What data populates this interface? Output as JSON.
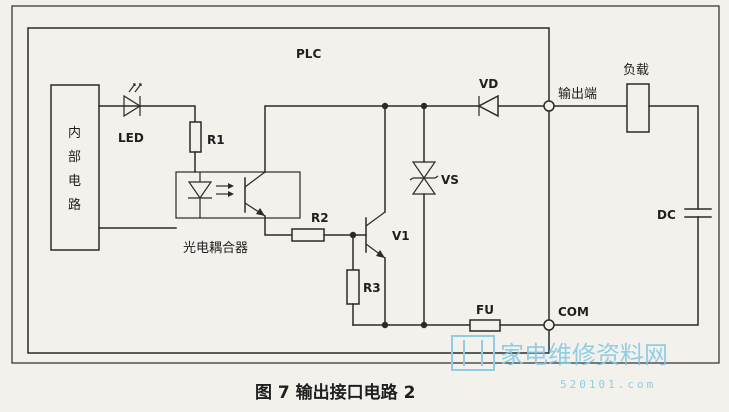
{
  "labels": {
    "plc": "PLC",
    "internal": [
      "内",
      "部",
      "电",
      "路"
    ],
    "led": "LED",
    "r1": "R1",
    "optocoupler": "光电耦合器",
    "r2": "R2",
    "r3": "R3",
    "v1": "V1",
    "vd": "VD",
    "vs": "VS",
    "fu": "FU",
    "output": "输出端",
    "com": "COM",
    "load": "负载",
    "dc": "DC"
  },
  "caption": "图 7 输出接口电路 2",
  "watermark": {
    "text": "家电维修资料网",
    "url": "520101.com"
  }
}
